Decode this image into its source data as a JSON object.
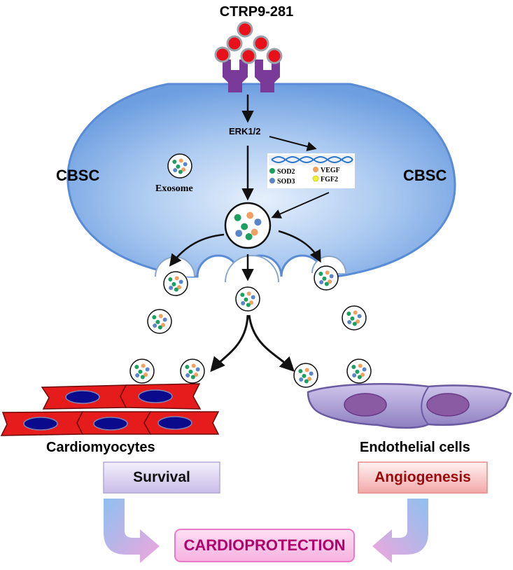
{
  "title": "CTRP9-281",
  "cell_left": "CBSC",
  "cell_right": "CBSC",
  "erk": "ERK1/2",
  "exosome": "Exosome",
  "legend": {
    "sod2": "SOD2",
    "sod3": "SOD3",
    "vegf": "VEGF",
    "fgf2": "FGF2"
  },
  "cardiomyocytes": "Cardiomyocytes",
  "endothelial": "Endothelial cells",
  "survival": "Survival",
  "angiogenesis": "Angiogenesis",
  "cardioprotection": "CARDIOPROTECTION",
  "colors": {
    "ligand": "#e8101a",
    "receptor": "#7a3a9a",
    "sod2": "#1aa060",
    "sod3": "#5a86c8",
    "vegf": "#f0a060",
    "fgf2": "#f2f030",
    "cardiomyocyte": "#e61c1c",
    "nucleus": "#0a0a8c",
    "endothelial": "#9e90cc"
  }
}
